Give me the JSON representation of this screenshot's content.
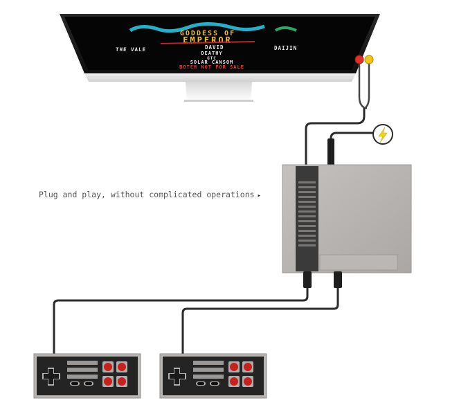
{
  "caption": {
    "text": "Plug and play, without complicated operations",
    "arrow": "▸"
  },
  "screen": {
    "title_line1": "GODDESS OF",
    "title_line2": "EMPEROR",
    "credits_row": [
      "THE VALE",
      "DAVID",
      "DAIJIN"
    ],
    "credits_row2": "DEATHY",
    "credits_row3": "GTC",
    "studio": "SOLAR CANSOM",
    "notice": "BOTCH NOT FOR SALE"
  },
  "icons": {
    "power": "lightning-bolt-icon",
    "dpad": "dpad-icon",
    "buttons": "ab-buttons-icon"
  },
  "colors": {
    "screen_bg": "#060606",
    "console_gray": "#b8b5b2",
    "cable": "#2b2b2b",
    "av_red": "#e03025",
    "av_yellow": "#f2c418",
    "power_yellow": "#f2d21a",
    "button_red": "#c8201c"
  }
}
